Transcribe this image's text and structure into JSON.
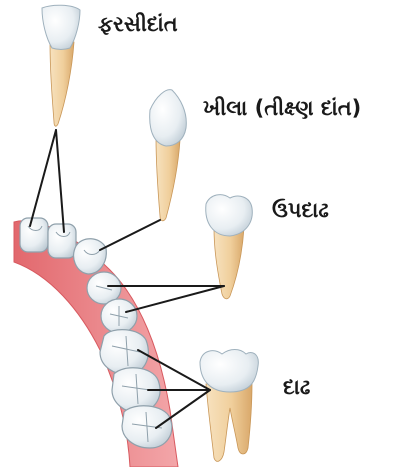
{
  "labels": {
    "incisor": "ફરસીદાંત",
    "canine": "ખીલા (તીક્ષ્ણ દાંત)",
    "premolar": "ઉપદાઢ",
    "molar": "દાઢ"
  },
  "colors": {
    "gum": "#ea7a7e",
    "gum_light": "#f6b9bb",
    "enamel": "#eef3f6",
    "enamel_shadow": "#b9c7d1",
    "root": "#f2d3a4",
    "root_shadow": "#d9a86a",
    "pointer_line": "#1a1a1a"
  }
}
